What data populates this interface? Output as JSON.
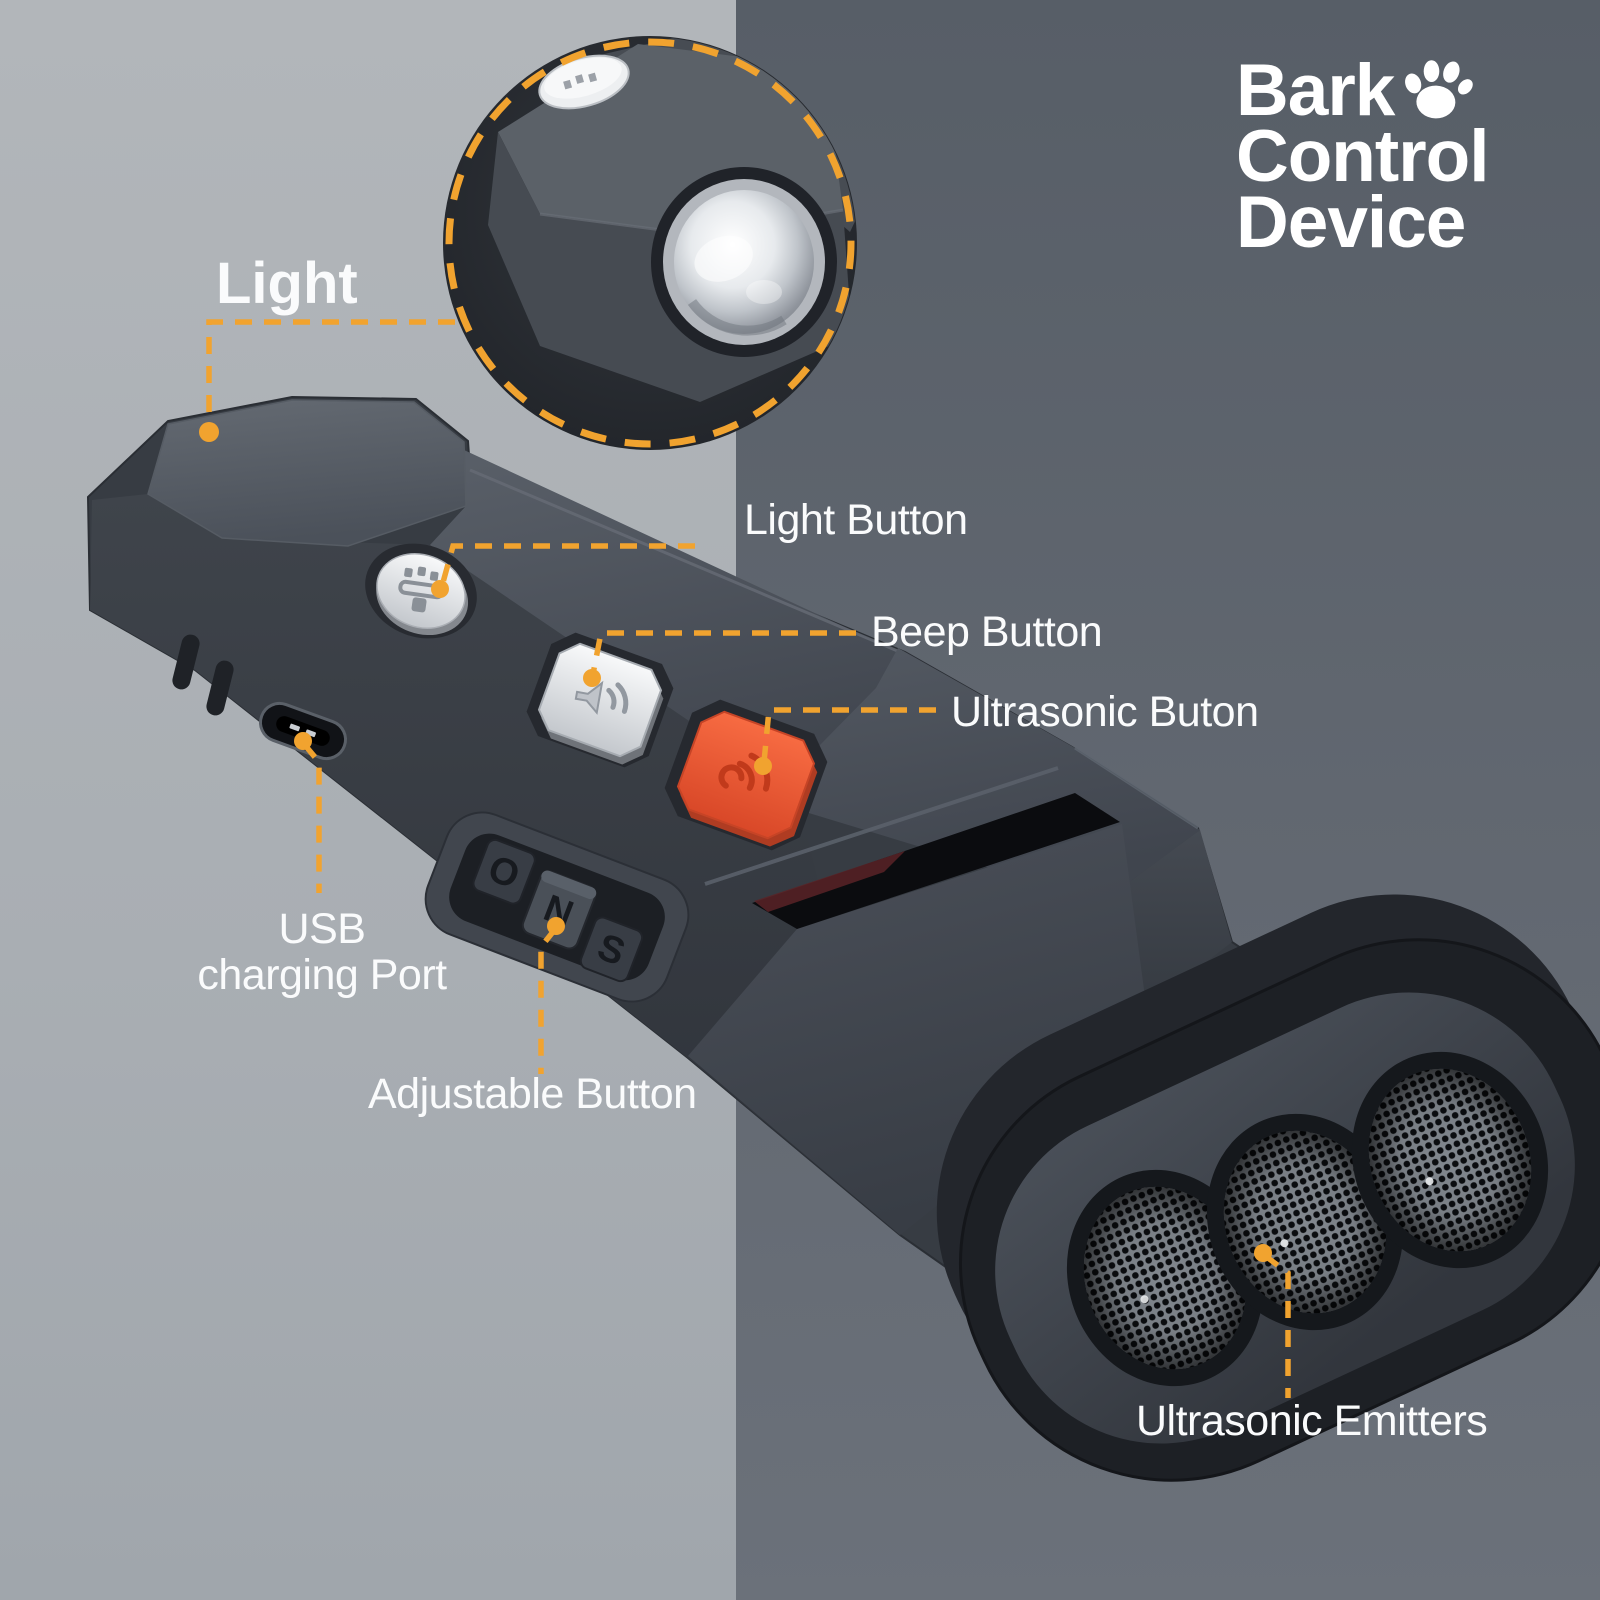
{
  "brand": {
    "title_lines": [
      "Bark",
      "Control",
      "Device"
    ]
  },
  "callouts": {
    "light": "Light",
    "light_button": "Light Button",
    "beep_button": "Beep Button",
    "ultrasonic_button": "Ultrasonic Buton",
    "usb_charging_port_line1": "USB",
    "usb_charging_port_line2": "charging Port",
    "adjustable_button": "Adjustable Button",
    "ultrasonic_emitters": "Ultrasonic Emitters"
  },
  "device": {
    "switch_labels": [
      "O",
      "N",
      "S"
    ]
  },
  "colors": {
    "accent": "#F1A32F",
    "button_orange": "#F15B33",
    "bg_left": "#B2B6BA",
    "bg_right": "#575E67",
    "label_text": "#FAFBFC",
    "inset_bg": "#26292F",
    "device_body": "#42474F"
  }
}
